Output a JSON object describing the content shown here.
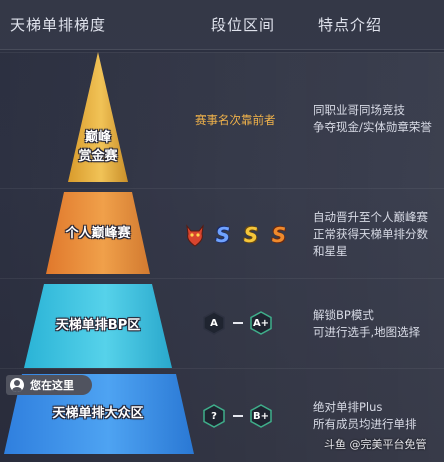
{
  "header": {
    "col_tier": "天梯单排梯度",
    "col_range": "段位区间",
    "col_features": "特点介绍"
  },
  "tiers": [
    {
      "label_line1": "巅峰",
      "label_line2": "赏金赛",
      "range_text": "赛事名次靠前者",
      "desc_lines": [
        "同职业哥同场竞技",
        "争夺现金/实体勋章荣誉"
      ]
    },
    {
      "label": "个人巅峰赛",
      "range_icons": [
        "bull-rank-icon",
        "s-rank-icon",
        "s-rank-icon",
        "s-rank-icon"
      ],
      "range_letters": [
        "",
        "S",
        "S",
        "S"
      ],
      "desc_lines": [
        "自动晋升至个人巅峰赛",
        "正常获得天梯单排分数",
        "和星星"
      ]
    },
    {
      "label": "天梯单排BP区",
      "range_from": "A",
      "range_to": "A+",
      "desc_lines": [
        "解锁BP模式",
        "可进行选手,地图选择"
      ]
    },
    {
      "label": "天梯单排大众区",
      "range_from": "?",
      "range_to": "B+",
      "desc_lines": [
        "绝对单排Plus",
        "所有成员均进行单排"
      ]
    }
  ],
  "you_are_here": "您在这里",
  "watermark": "斗鱼 @完美平台免管",
  "colors": {
    "gold": "#e6b84a",
    "orange": "#e58a3a",
    "cyan": "#3cc4de",
    "blue": "#3a8ee6",
    "range_gold_text": "#f0b24a"
  }
}
